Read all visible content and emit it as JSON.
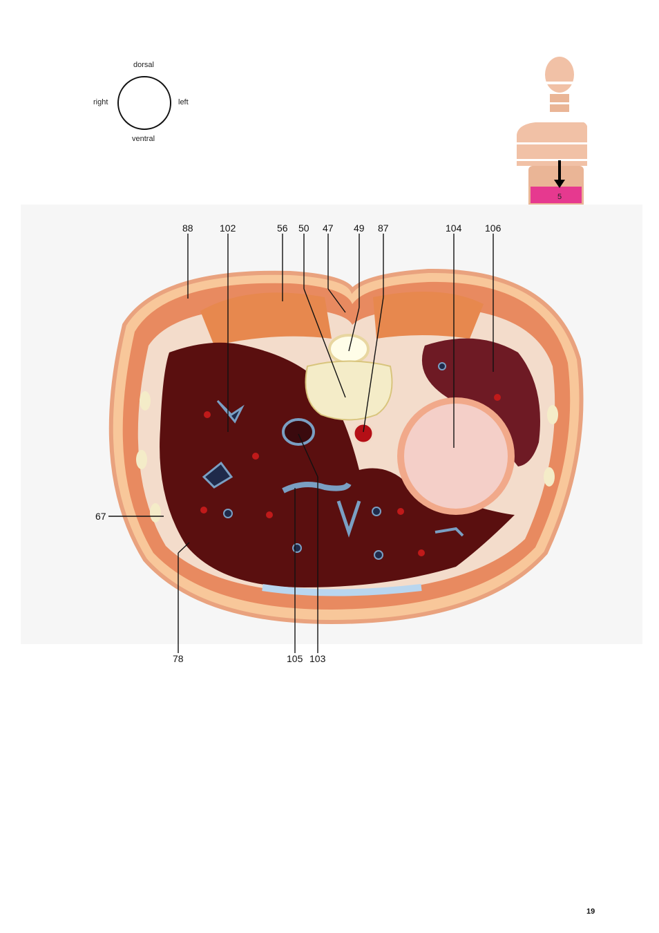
{
  "orientation": {
    "top": "dorsal",
    "left": "right",
    "right": "left",
    "bottom": "ventral"
  },
  "section_marker": "5",
  "labels_top": [
    "88",
    "102",
    "56",
    "50",
    "47",
    "49",
    "87",
    "104",
    "106"
  ],
  "labels_left": [
    "67"
  ],
  "labels_bottom": [
    "78",
    "105",
    "103"
  ],
  "page_number": "19",
  "colors": {
    "liver": "#5a0f0f",
    "spleen": "#6e1a24",
    "muscle": "#e88a60",
    "fat": "#f6c98a",
    "bone": "#f4ecc8",
    "section_band": "#e6398f"
  }
}
